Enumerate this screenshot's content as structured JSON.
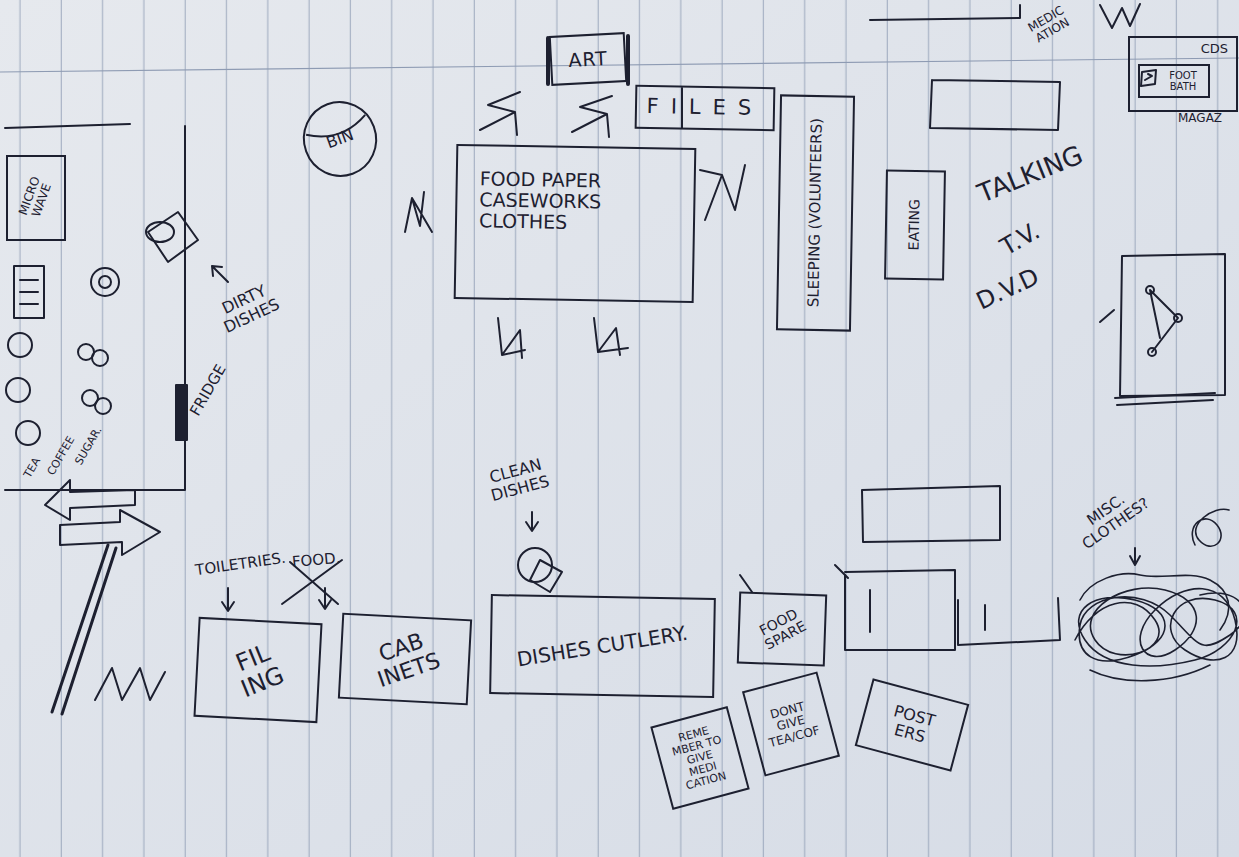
{
  "diagram": {
    "nodes": [
      {
        "text": [
          "ART"
        ]
      },
      {
        "text": [
          "FILES"
        ]
      },
      {
        "text": [
          "CDS"
        ]
      },
      {
        "text": [
          "FOOT BATH"
        ],
        "in": 2
      },
      {
        "text": [
          "BIN"
        ]
      },
      {
        "text": [
          "MICRO WAVE"
        ]
      },
      {
        "text": [
          "FOOD PAPER CASEWORKS CLOTHES"
        ]
      },
      {
        "text": [
          "SLEEPING (VOLUNTEERS)"
        ]
      },
      {
        "text": [
          "EATING"
        ]
      },
      {
        "text": [
          "FIL ING"
        ]
      },
      {
        "text": [
          "CAB INETS"
        ]
      },
      {
        "text": [
          "DISHES CUTLERY."
        ]
      },
      {
        "text": [
          "FOOD SPARE"
        ]
      },
      {
        "text": [
          "REME MBER TO GIVE MEDI CATION"
        ]
      },
      {
        "text": [
          "DONT GIVE TEA/COF"
        ]
      },
      {
        "text": [
          "POST ERS"
        ]
      }
    ],
    "labels": [
      "MEDIC ATION",
      "MAGAZ",
      "TALKING",
      "T.V.",
      "D.V.D",
      "TEA",
      "COFFEE",
      "SUGAR.",
      "DIRTY DISHES",
      "FRIDGE",
      "CLEAN DISHES",
      "TOILETRIES.",
      "FOOD.",
      "MISC. CLOTHES?"
    ]
  }
}
